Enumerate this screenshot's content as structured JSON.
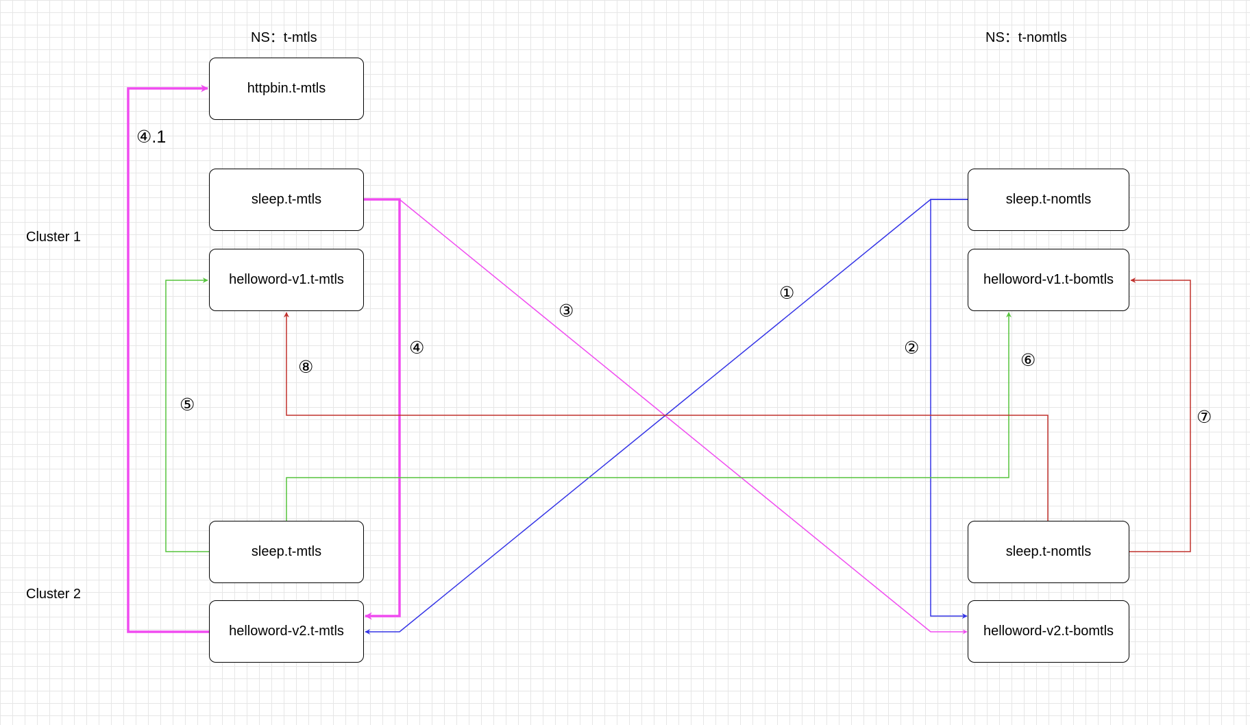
{
  "namespaces": {
    "left": "NS：t-mtls",
    "right": "NS：t-nomtls"
  },
  "clusters": {
    "cluster1": "Cluster 1",
    "cluster2": "Cluster 2"
  },
  "nodes": {
    "httpbin_c1": "httpbin.t-mtls",
    "sleep_mtls_c1": "sleep.t-mtls",
    "helloworld_v1_mtls": "helloword-v1.t-mtls",
    "sleep_mtls_c2": "sleep.t-mtls",
    "helloworld_v2_mtls": "helloword-v2.t-mtls",
    "sleep_nomtls_c1": "sleep.t-nomtls",
    "helloworld_v1_bomtls": "helloword-v1.t-bomtls",
    "sleep_nomtls_c2": "sleep.t-nomtls",
    "helloworld_v2_bomtls": "helloword-v2.t-bomtls"
  },
  "steps": {
    "s1": "①",
    "s2": "②",
    "s3": "③",
    "s4": "④",
    "s4_1": "④.1",
    "s5": "⑤",
    "s6": "⑥",
    "s7": "⑦",
    "s8": "⑧"
  },
  "colors": {
    "magenta": "#f04bf0",
    "blue": "#3333e6",
    "green": "#55c43c",
    "red": "#c0302c"
  }
}
